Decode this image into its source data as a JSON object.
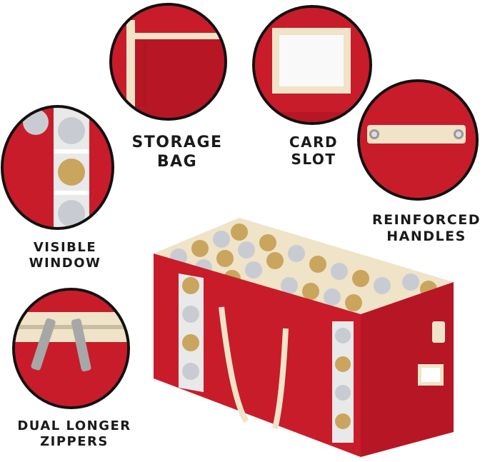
{
  "callouts": {
    "storage_bag": {
      "line1": "STORAGE",
      "line2": "BAG"
    },
    "card_slot": {
      "line1": "CARD",
      "line2": "SLOT"
    },
    "handles": {
      "line1": "REINFORCED",
      "line2": "HANDLES"
    },
    "window": {
      "line1": "VISIBLE",
      "line2": "WINDOW"
    },
    "zippers": {
      "line1": "DUAL LONGER",
      "line2": "ZIPPERS"
    }
  },
  "colors": {
    "fabric_red": "#c81c2a",
    "trim_cream": "#efe3c8",
    "outline": "#111111",
    "ornament_silver": "#c8ccd2",
    "ornament_gold": "#c9a55e"
  }
}
